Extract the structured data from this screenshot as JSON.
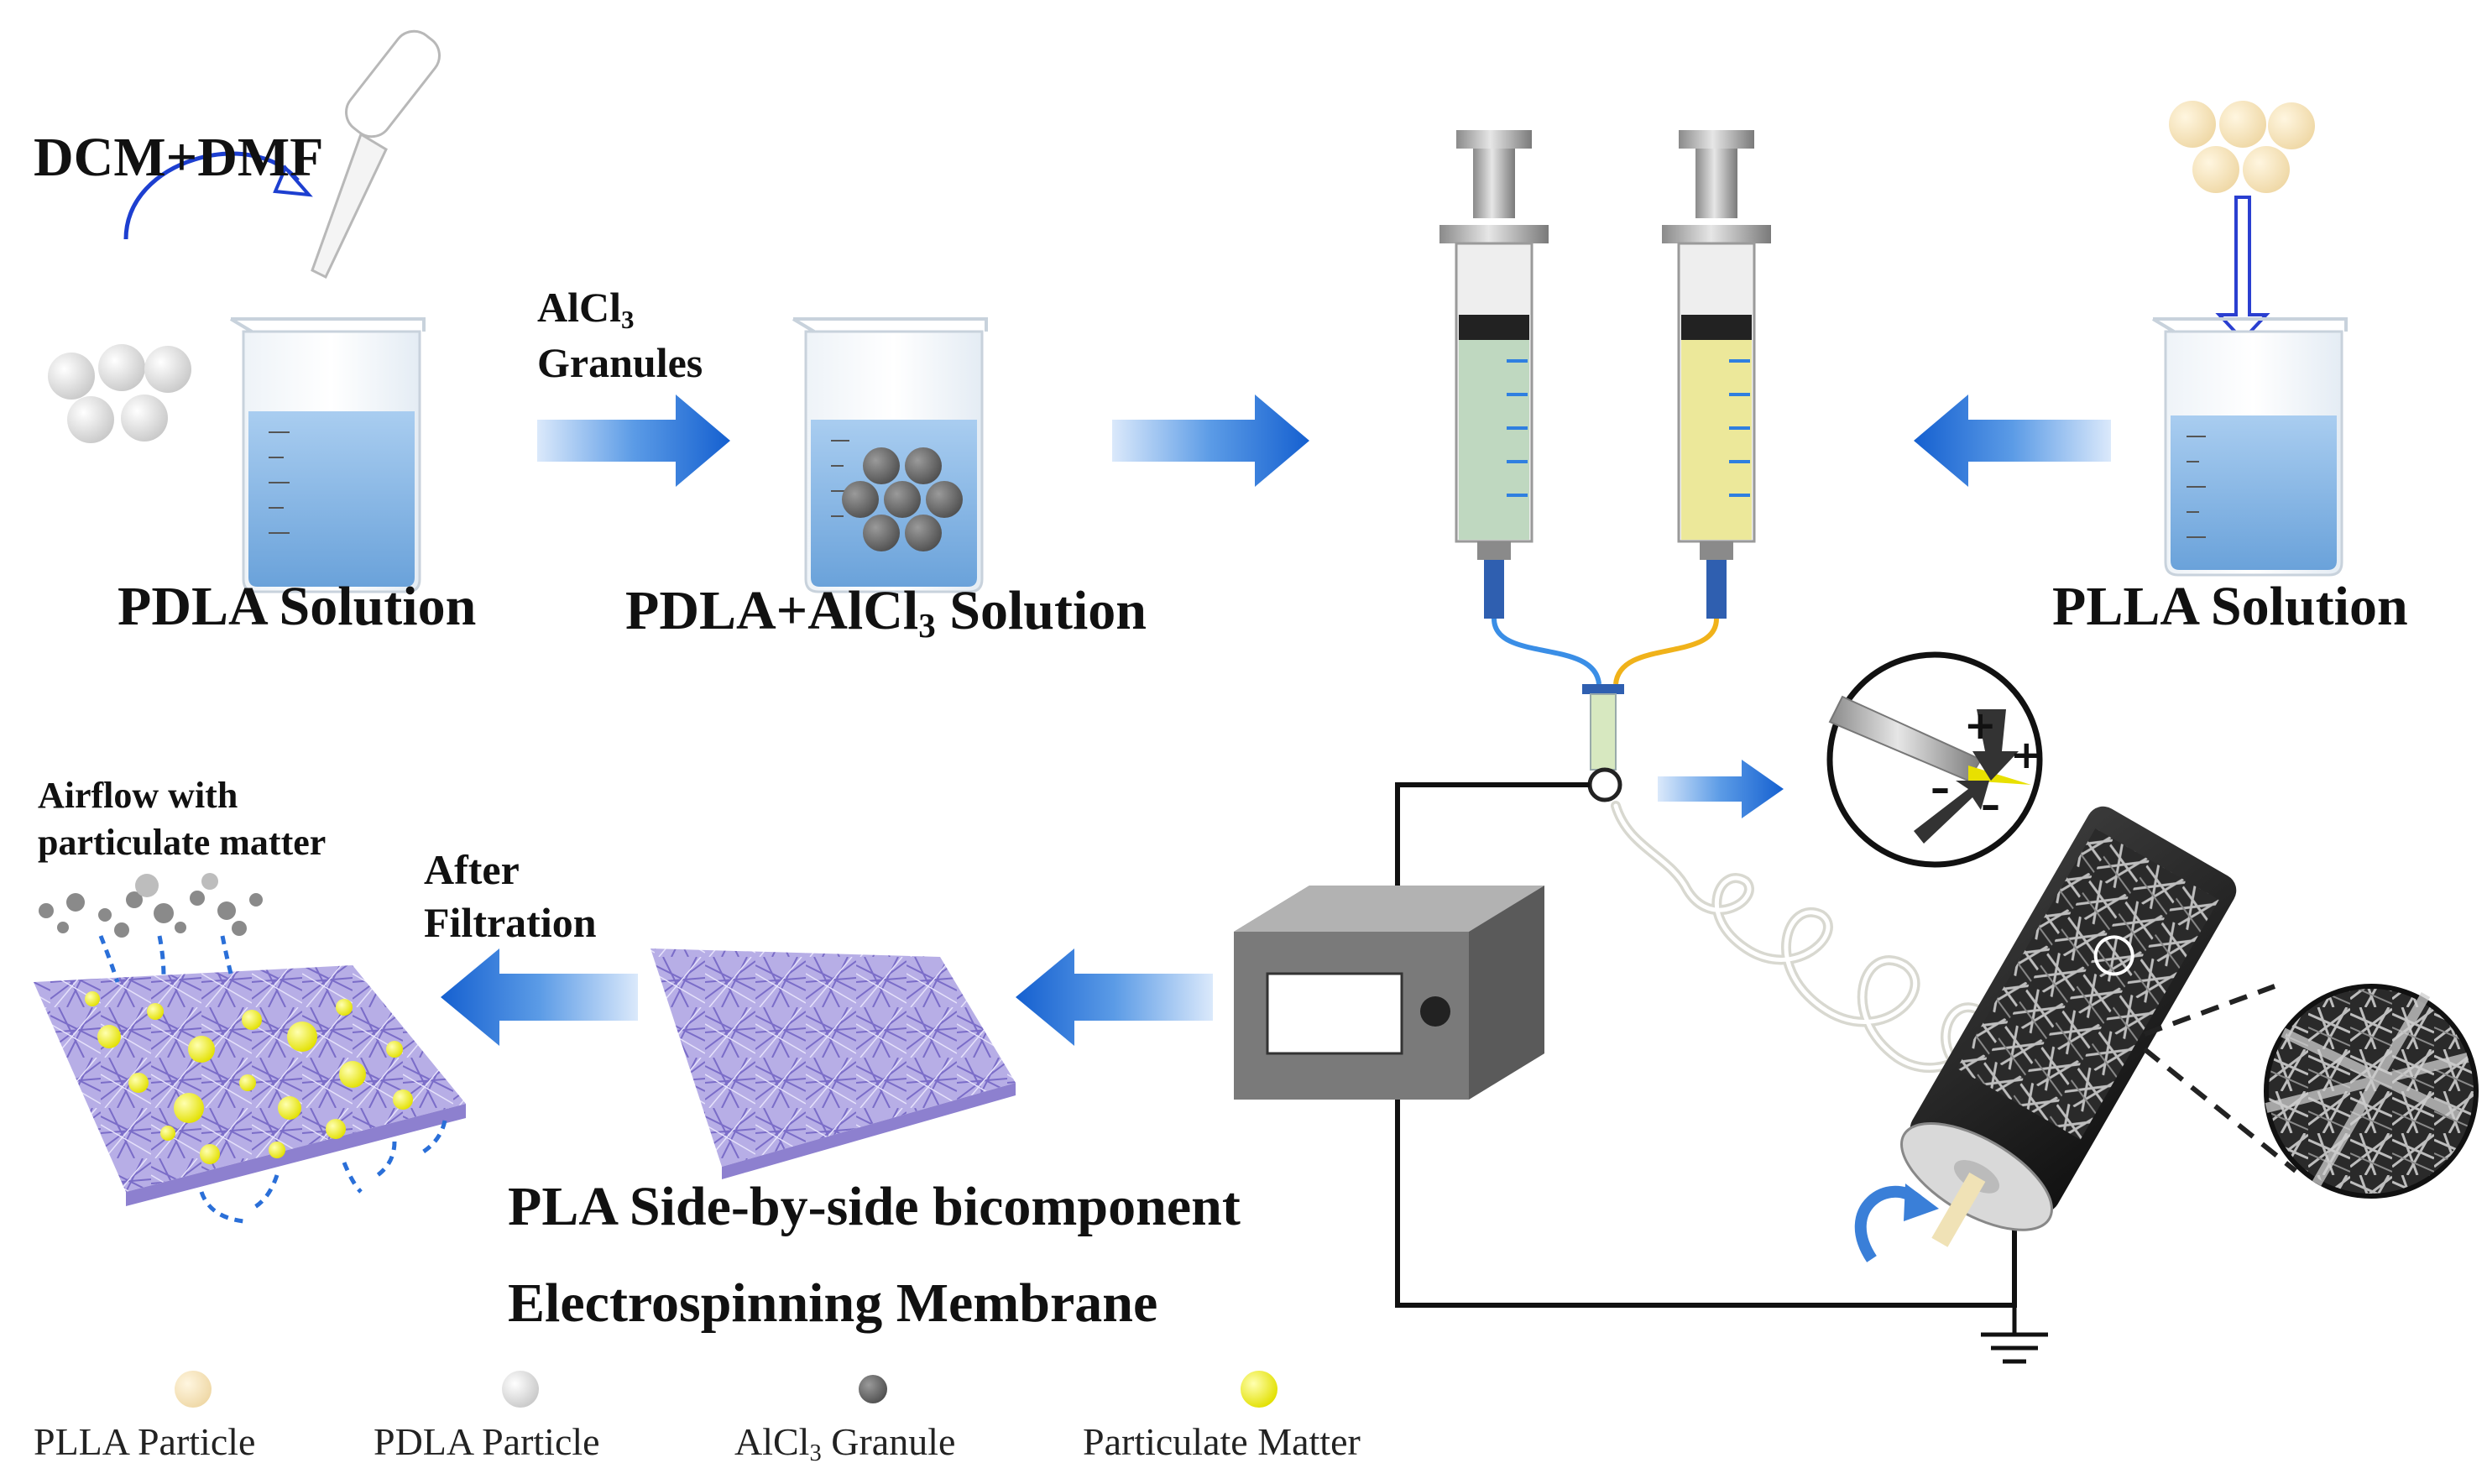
{
  "labels": {
    "solvent": "DCM+DMF",
    "pdla_solution": "PDLA Solution",
    "alcl3_step_line1": "AlCl",
    "alcl3_step_sub": "3",
    "alcl3_step_line2": "Granules",
    "pdla_alcl3_prefix": "PDLA+AlCl",
    "pdla_alcl3_sub": "3",
    "pdla_alcl3_suffix": " Solution",
    "plla_solution": "PLLA Solution",
    "airflow_line1": "Airflow with",
    "airflow_line2": "particulate matter",
    "after_line1": "After",
    "after_line2": "Filtration",
    "membrane_line1": "PLA Side-by-side bicomponent",
    "membrane_line2": "Electrospinning Membrane",
    "plus": "+",
    "minus": "–"
  },
  "legend": [
    {
      "name": "PLLA Particle",
      "color": "#f6e2b6"
    },
    {
      "name": "PDLA Particle",
      "color": "#dedede"
    },
    {
      "name_prefix": "AlCl",
      "name_sub": "3",
      "name_suffix": " Granule",
      "color": "#6b6b6b"
    },
    {
      "name": "Particulate Matter",
      "color": "#f1f020"
    }
  ],
  "colors": {
    "arrow_blue": "#1f6fd6",
    "solution_blue": "#7fb0e0",
    "syringe_green": "#bfd8c0",
    "syringe_yellow": "#ece89a",
    "fiber_purple": "#9a8ed8",
    "particulate_yellow": "#f1f020",
    "power_gray": "#6d6d6d"
  }
}
